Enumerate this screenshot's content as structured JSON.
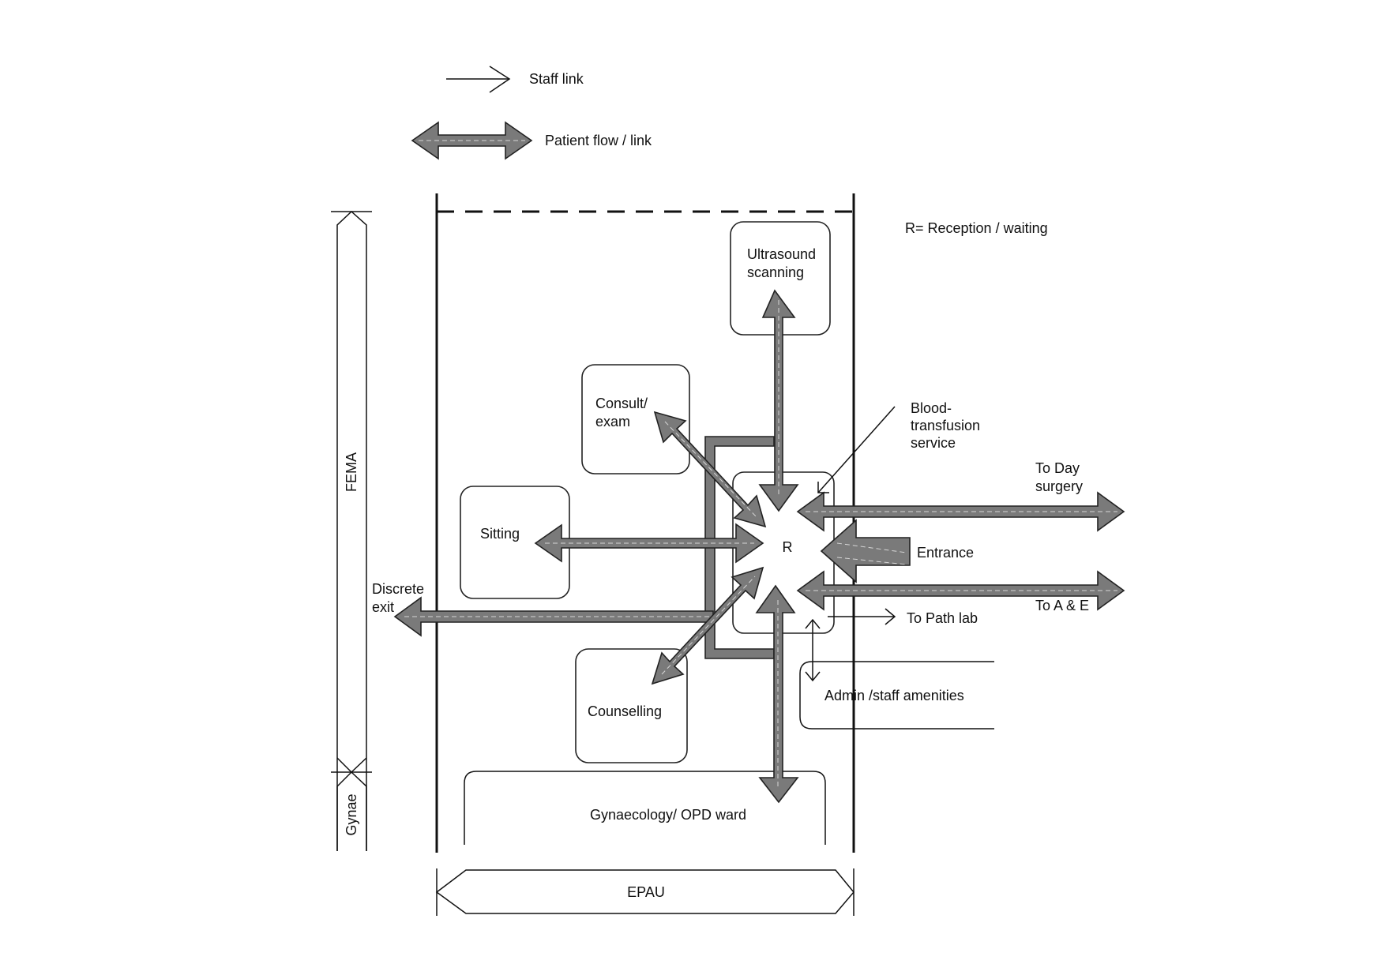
{
  "legend": {
    "staff_link": "Staff link",
    "patient_flow": "Patient flow / link",
    "reception_key": "R= Reception / waiting"
  },
  "zones": {
    "fema": "FEMA",
    "gynae": "Gynae",
    "epau": "EPAU"
  },
  "rooms": {
    "ultrasound": [
      "Ultrasound",
      "scanning"
    ],
    "consult": [
      "Consult/",
      "exam"
    ],
    "sitting": "Sitting",
    "counselling": "Counselling",
    "gynae_ward": "Gynaecology/ OPD ward",
    "admin": "Admin /staff amenities",
    "reception": "R"
  },
  "labels": {
    "blood": [
      "Blood-",
      "transfusion",
      "service"
    ],
    "day_surgery": [
      "To Day",
      "surgery"
    ],
    "entrance": "Entrance",
    "ae": "To A & E",
    "path_lab": "To Path lab",
    "discrete_exit": [
      "Discrete",
      "exit"
    ]
  },
  "colors": {
    "flow_fill": "#7a7a7a",
    "line": "#111111"
  }
}
